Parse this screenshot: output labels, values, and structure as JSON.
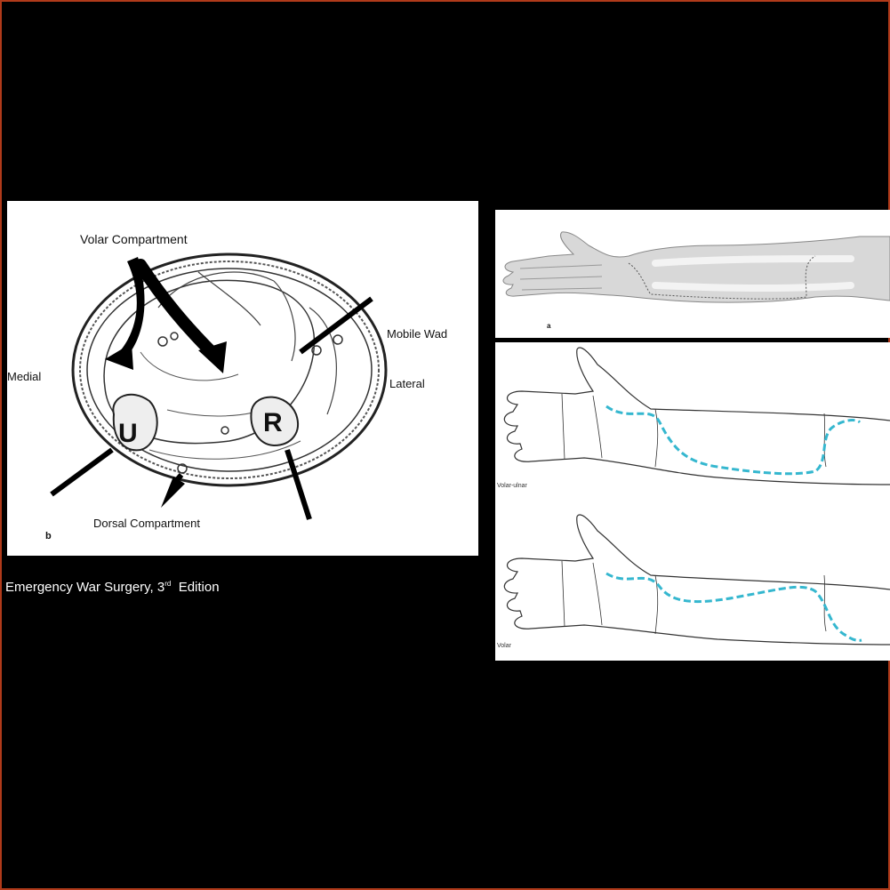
{
  "cross_section": {
    "title": "Volar Compartment",
    "medial": "Medial",
    "lateral": "Lateral",
    "mobile_wad": "Mobile Wad",
    "dorsal": "Dorsal Compartment",
    "ulna": "U",
    "radius": "R",
    "figure_letter": "b"
  },
  "arm_panel": {
    "figure_letter": "a"
  },
  "incision_panel": {
    "top_label": "Volar-ulnar",
    "bottom_label": "Volar",
    "incision_color": "#35b7cf"
  },
  "caption": {
    "prefix": "Emergency War Surgery, 3",
    "superscript": "rd",
    "suffix": "  Edition"
  }
}
